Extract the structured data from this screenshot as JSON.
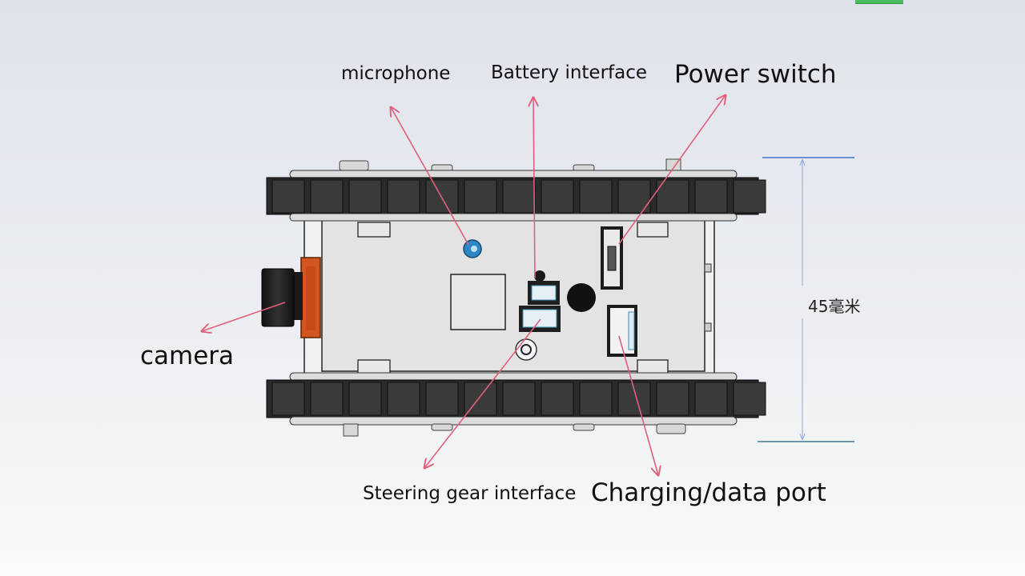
{
  "labels": {
    "microphone": "microphone",
    "battery_interface": "Battery interface",
    "power_switch": "Power switch",
    "camera": "camera",
    "steering_gear_interface": "Steering gear interface",
    "charging_data_port": "Charging/data port"
  },
  "dimension": {
    "value": "45",
    "unit": "毫米",
    "text": "45毫米"
  },
  "colors": {
    "arrow": "#e0607a",
    "dimension_line": "#6a8fd0",
    "track": "#2b2b2b",
    "board": "#e2e2e2",
    "camera_mount": "#d4561e"
  }
}
